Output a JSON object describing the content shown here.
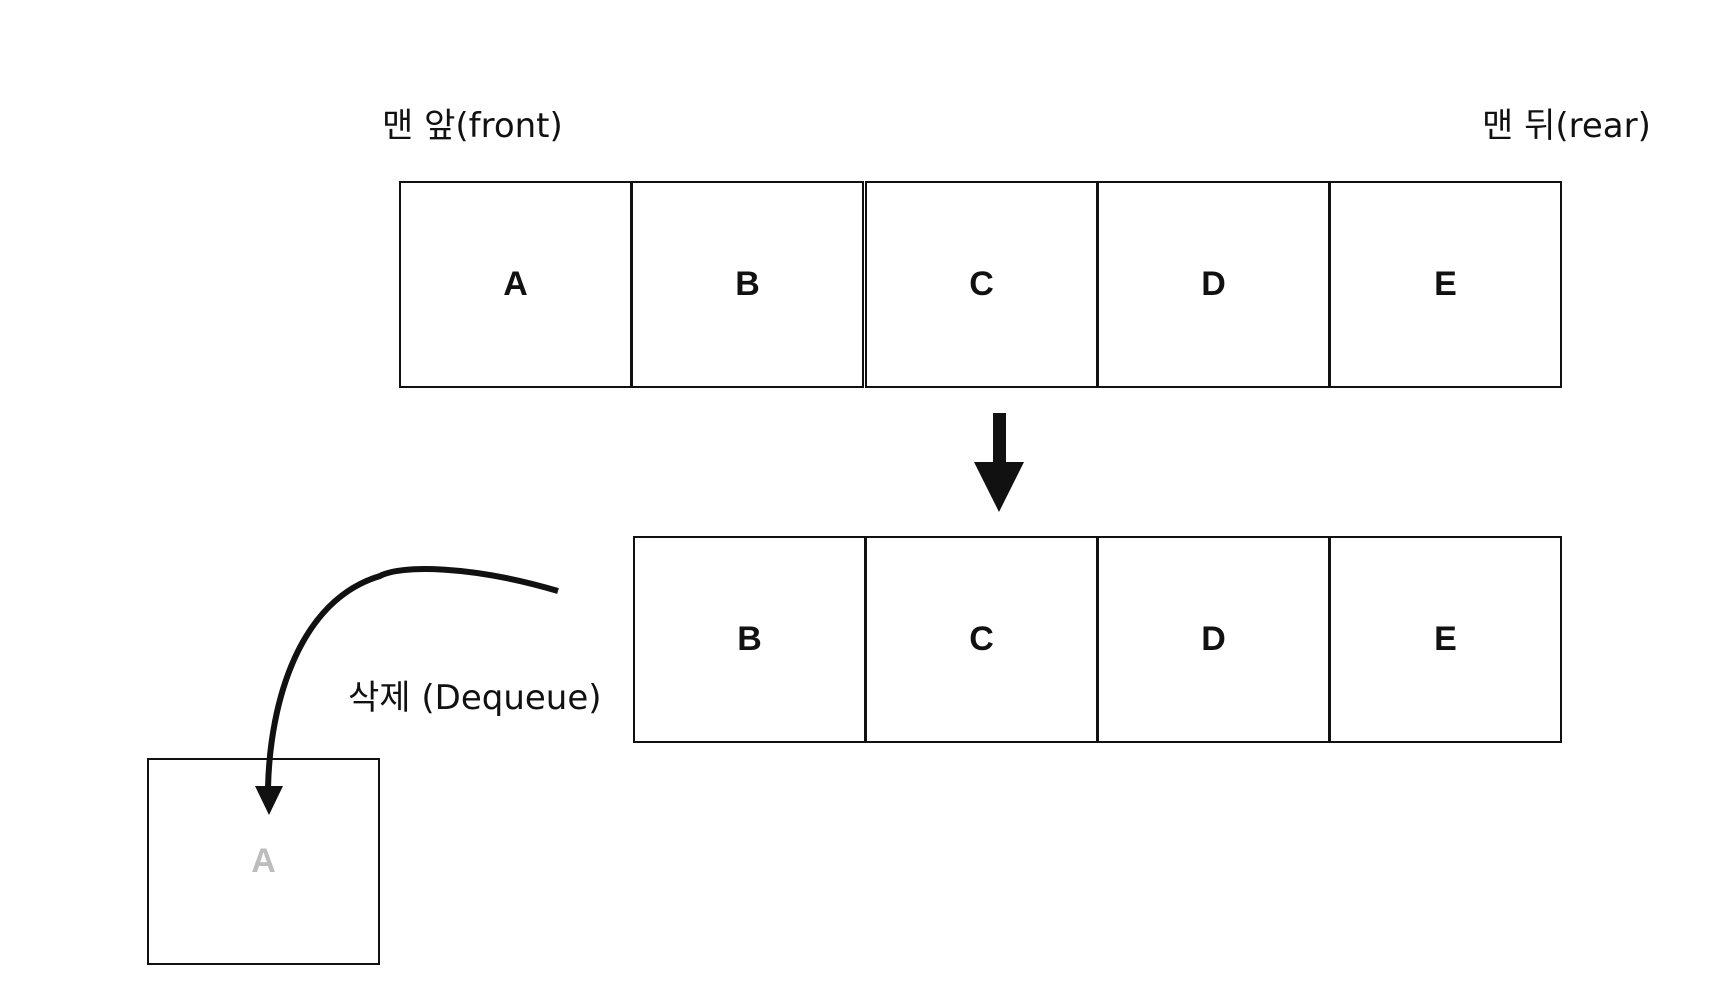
{
  "labels": {
    "front": "맨 앞(front)",
    "rear": "맨 뒤(rear)",
    "dequeue": "삭제 (Dequeue)"
  },
  "queue_before": [
    "A",
    "B",
    "C",
    "D",
    "E"
  ],
  "queue_after": [
    "B",
    "C",
    "D",
    "E"
  ],
  "removed_item": "A",
  "colors": {
    "stroke": "#111111",
    "removed_text": "#bdbdbd"
  }
}
